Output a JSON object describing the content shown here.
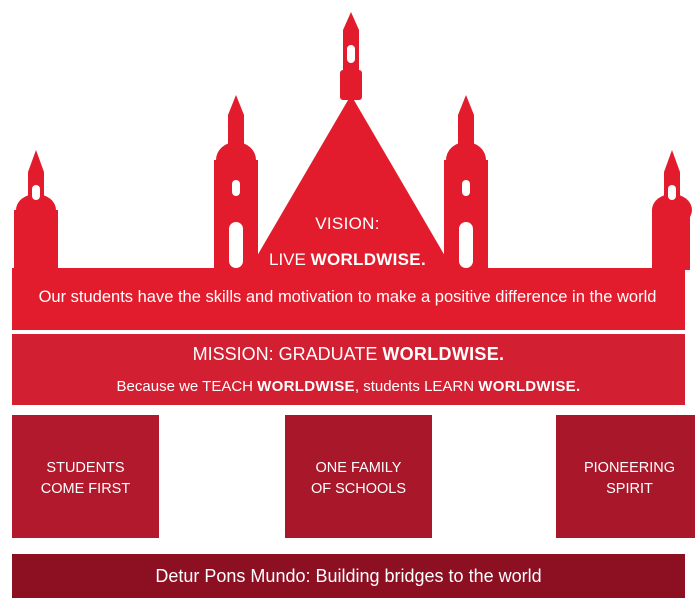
{
  "colors": {
    "vision_red": "#e21c2c",
    "mission_red": "#d21f32",
    "values_red": "#b3192c",
    "footer_red": "#8c0f22",
    "text": "#ffffff"
  },
  "vision": {
    "label": "VISION:",
    "line2_prefix": "LIVE ",
    "line2_brand": "WORLDWISE.",
    "description": "Our students have the skills and motivation to make a positive difference in the world"
  },
  "mission": {
    "line1_prefix": "MISSION: GRADUATE ",
    "line1_brand": "WORLDWISE.",
    "line2_a": "Because we TEACH ",
    "line2_brand_a": "WORLDWISE",
    "line2_b": ", students LEARN ",
    "line2_brand_b": "WORLDWISE."
  },
  "values": [
    {
      "line1": "STUDENTS",
      "line2": "COME FIRST"
    },
    {
      "line1": "ONE FAMILY",
      "line2": "OF SCHOOLS"
    },
    {
      "line1": "PIONEERING",
      "line2": "SPIRIT"
    }
  ],
  "footer": {
    "text": "Detur Pons Mundo: Building bridges to the world"
  }
}
